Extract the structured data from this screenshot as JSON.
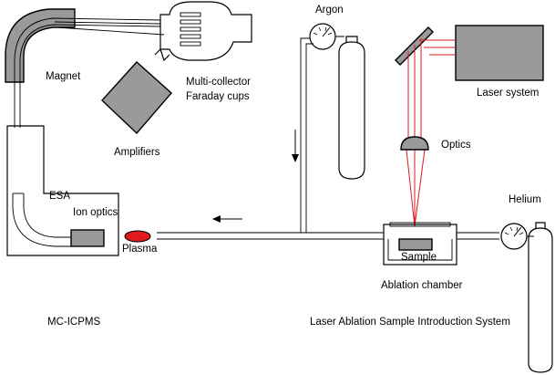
{
  "labels": {
    "argon": "Argon",
    "magnet": "Magnet",
    "multi_collector_line1": "Multi-collector",
    "multi_collector_line2": "Faraday cups",
    "amplifiers": "Amplifiers",
    "laser_system": "Laser system",
    "optics": "Optics",
    "esa": "ESA",
    "ion_optics": "Ion optics",
    "plasma": "Plasma",
    "helium": "Helium",
    "sample": "Sample",
    "ablation_chamber": "Ablation chamber",
    "mc_icpms": "MC-ICPMS",
    "la_system": "Laser Ablation Sample Introduction System"
  },
  "colors": {
    "component_gray": "#9a9a9a",
    "laser_beam": "#e0191e",
    "plasma": "#e0191e"
  }
}
